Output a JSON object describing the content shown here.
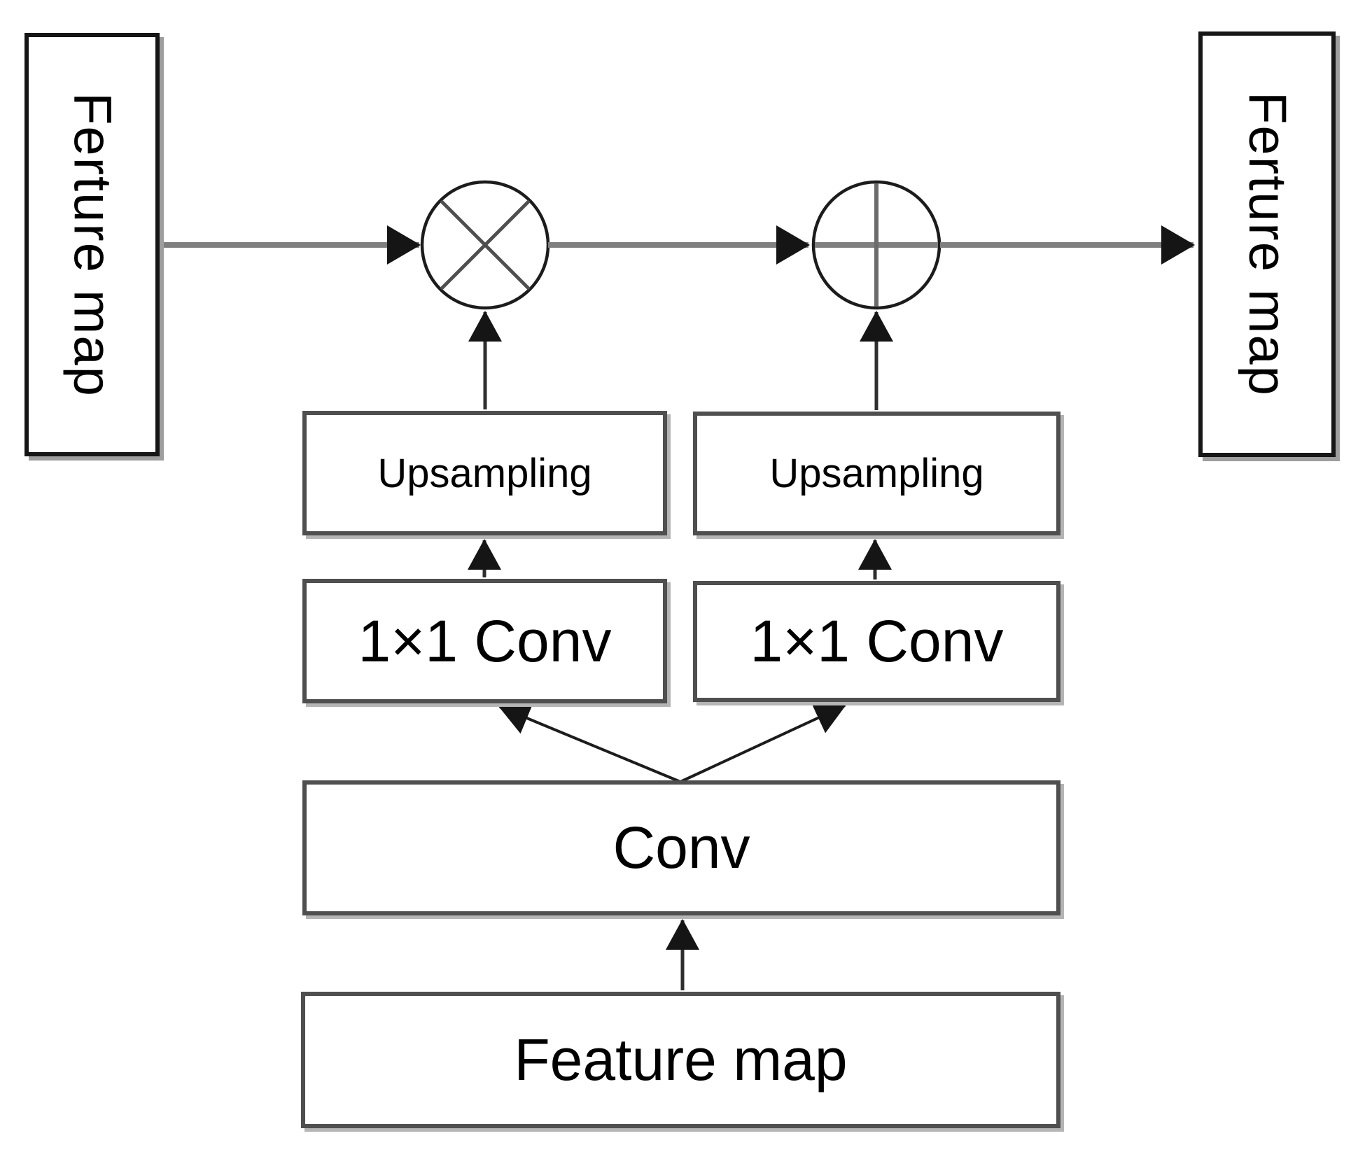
{
  "diagram": {
    "nodes": {
      "left_feature_map": {
        "label": "Ferture map"
      },
      "right_feature_map": {
        "label": "Ferture map"
      },
      "upsampling_left": {
        "label": "Upsampling"
      },
      "upsampling_right": {
        "label": "Upsampling"
      },
      "conv1x1_left": {
        "label": "1×1 Conv"
      },
      "conv1x1_right": {
        "label": "1×1 Conv"
      },
      "conv": {
        "label": "Conv"
      },
      "feature_map_bottom": {
        "label": "Feature map"
      }
    },
    "operators": {
      "multiply_node": {
        "symbol": "⊗",
        "meaning": "element-wise multiply"
      },
      "add_node": {
        "symbol": "⊕",
        "meaning": "element-wise add"
      }
    },
    "edges": [
      {
        "from": "left-feature-map",
        "to": "multiply-node"
      },
      {
        "from": "multiply-node",
        "to": "add-node"
      },
      {
        "from": "add-node",
        "to": "right-feature-map"
      },
      {
        "from": "upsampling-left",
        "to": "multiply-node"
      },
      {
        "from": "upsampling-right",
        "to": "add-node"
      },
      {
        "from": "conv1x1-left",
        "to": "upsampling-left"
      },
      {
        "from": "conv1x1-right",
        "to": "upsampling-right"
      },
      {
        "from": "conv",
        "to": "conv1x1-left"
      },
      {
        "from": "conv",
        "to": "conv1x1-right"
      },
      {
        "from": "feature-map-bottom",
        "to": "conv"
      }
    ],
    "colors": {
      "background": "#ffffff",
      "text": "#000000",
      "main_line_gray": "#7f7f7f",
      "arrow_black": "#151515",
      "circle_stroke": "#1c1c1c",
      "inner_border_gray": "#4f4f4f",
      "side_border_black": "#161616",
      "shadow_gray": "#9e9e9e"
    }
  }
}
